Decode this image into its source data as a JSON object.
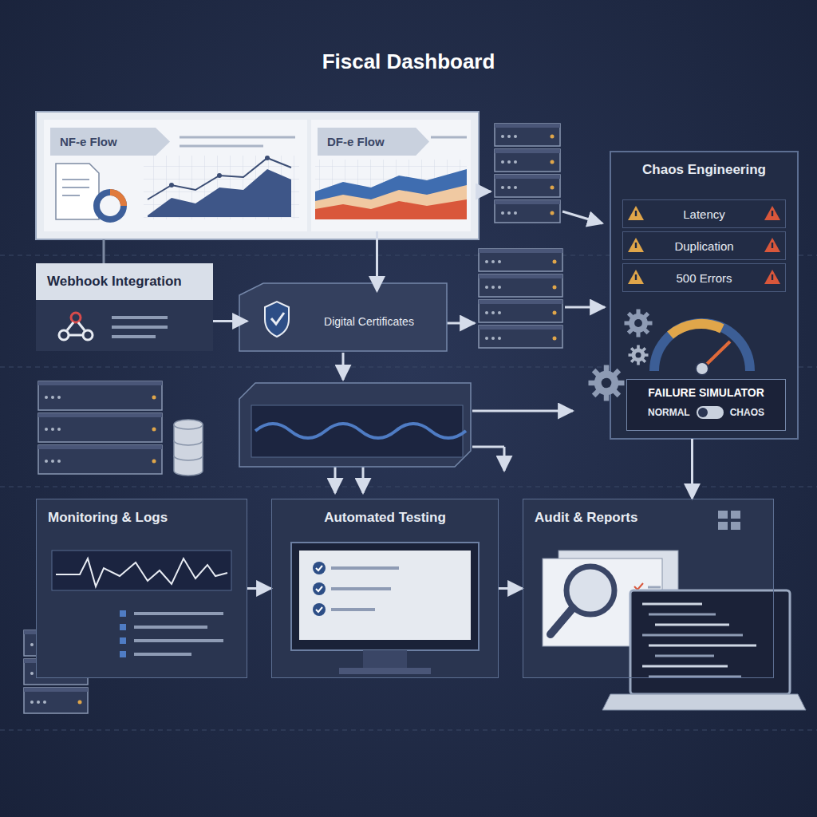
{
  "diagram": {
    "title": "Fiscal Dashboard",
    "nodes": [
      {
        "text": [
          "NF-e Flow"
        ]
      },
      {
        "text": [
          "DF-e Flow"
        ]
      },
      {
        "text": [
          "Webhook Integration"
        ]
      },
      {
        "text": [
          "Digital Certificates"
        ]
      },
      {
        "text": [
          "Chaos Engineering"
        ]
      },
      {
        "text": [
          "Latency"
        ],
        "in": 4
      },
      {
        "text": [
          "Duplication"
        ],
        "in": 4
      },
      {
        "text": [
          "500 Errors"
        ],
        "in": 4
      },
      {
        "text": [
          "FAILURE SIMULATOR",
          "NORMAL",
          "CHAOS"
        ],
        "in": 4
      },
      {
        "text": [
          "Monitoring & Logs"
        ]
      },
      {
        "text": [
          "Automated Testing"
        ]
      },
      {
        "text": [
          "Audit & Reports"
        ]
      }
    ],
    "edges": [
      {
        "from": 1,
        "to": 3,
        "arrow": "to"
      },
      {
        "from": 2,
        "to": 3,
        "arrow": "to"
      },
      {
        "from": 4,
        "to": 11,
        "arrow": "to"
      },
      {
        "from": 9,
        "to": 10,
        "arrow": "to"
      },
      {
        "from": 10,
        "to": 11,
        "arrow": "to"
      }
    ]
  }
}
